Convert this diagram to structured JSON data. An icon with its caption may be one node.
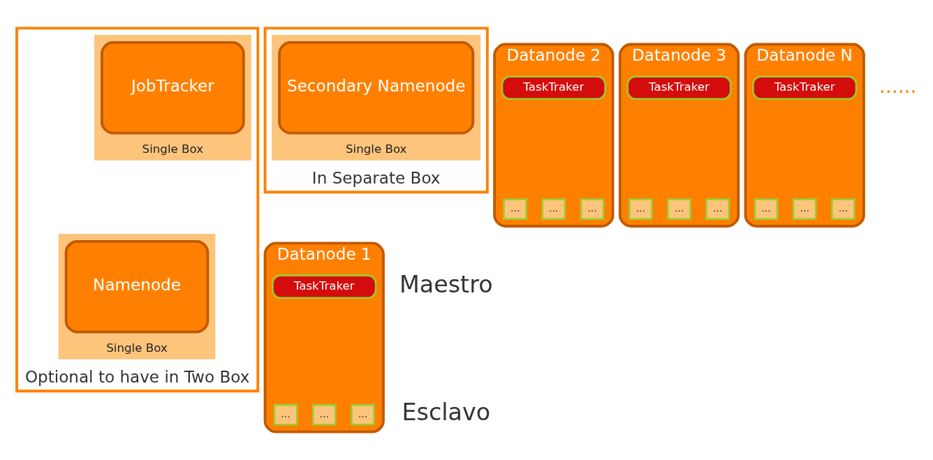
{
  "diagram": {
    "nodes": [
      {
        "text": [
          "Optional to have in Two Box"
        ]
      },
      {
        "text": [
          "Single Box"
        ],
        "in": 0
      },
      {
        "text": [
          "Namenode"
        ],
        "in": 1
      },
      {
        "text": [
          "Single Box"
        ],
        "in": 0
      },
      {
        "text": [
          "JobTracker"
        ],
        "in": 3
      },
      {
        "text": [
          "In Separate Box"
        ]
      },
      {
        "text": [
          "Single Box"
        ],
        "in": 5
      },
      {
        "text": [
          "Secondary Namenode"
        ],
        "in": 6
      },
      {
        "text": [
          "Datanode 1"
        ]
      },
      {
        "text": [
          "TaskTraker"
        ],
        "in": 8
      },
      {
        "text": [
          "..."
        ],
        "in": 8
      },
      {
        "text": [
          "..."
        ],
        "in": 8
      },
      {
        "text": [
          "..."
        ],
        "in": 8
      },
      {
        "text": [
          "Datanode 2"
        ]
      },
      {
        "text": [
          "TaskTraker"
        ],
        "in": 13
      },
      {
        "text": [
          "..."
        ],
        "in": 13
      },
      {
        "text": [
          "..."
        ],
        "in": 13
      },
      {
        "text": [
          "..."
        ],
        "in": 13
      },
      {
        "text": [
          "Datanode 3"
        ]
      },
      {
        "text": [
          "TaskTraker"
        ],
        "in": 18
      },
      {
        "text": [
          "..."
        ],
        "in": 18
      },
      {
        "text": [
          "..."
        ],
        "in": 18
      },
      {
        "text": [
          "..."
        ],
        "in": 18
      },
      {
        "text": [
          "Datanode N"
        ]
      },
      {
        "text": [
          "TaskTraker"
        ],
        "in": 23
      },
      {
        "text": [
          "..."
        ],
        "in": 23
      },
      {
        "text": [
          "..."
        ],
        "in": 23
      },
      {
        "text": [
          "..."
        ],
        "in": 23
      }
    ],
    "edges": [],
    "labels": [
      "Maestro",
      "Esclavo",
      "......"
    ]
  }
}
